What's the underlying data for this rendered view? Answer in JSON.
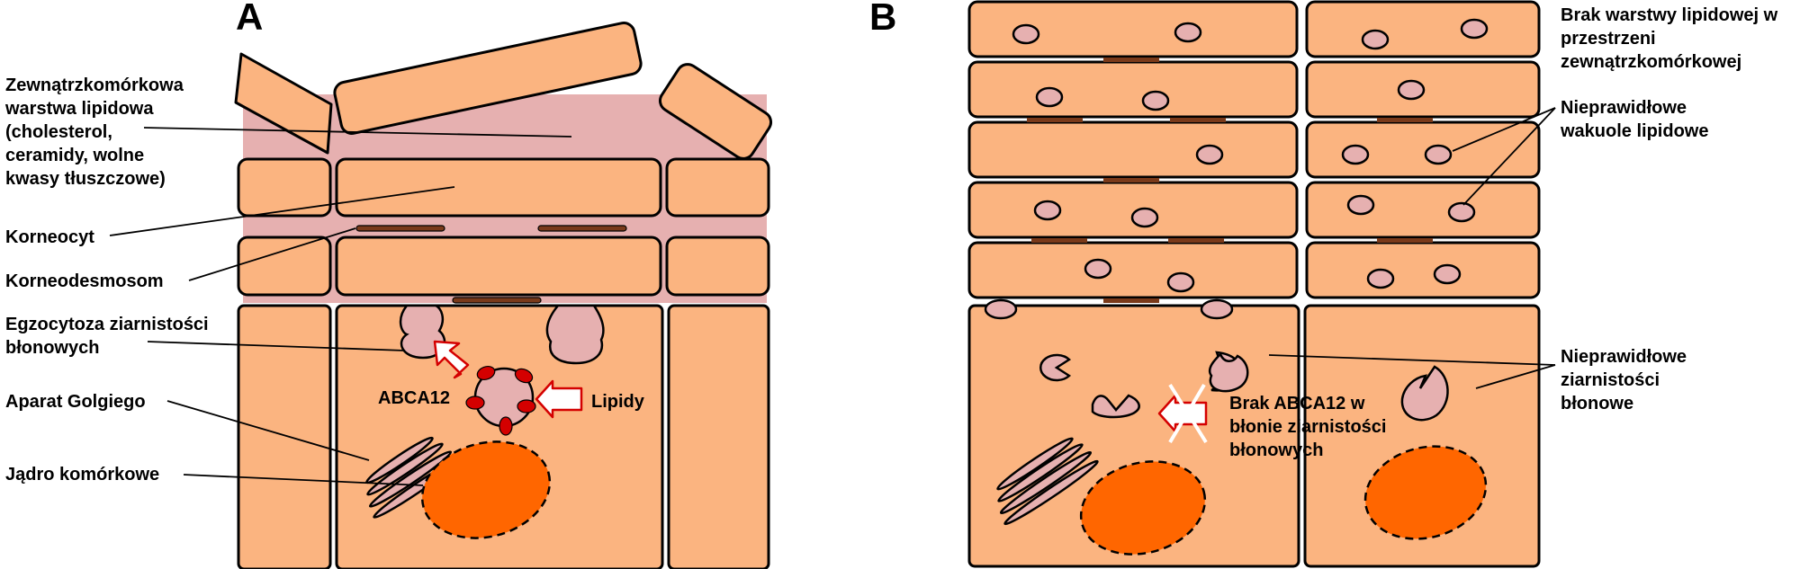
{
  "panels": {
    "a": "A",
    "b": "B"
  },
  "labels_a": {
    "lipid_layer": [
      "Zewnątrzkomórkowa",
      "warstwa lipidowa",
      "(cholesterol,",
      "ceramidy, wolne",
      "kwasy tłuszczowe)"
    ],
    "corneocyte": "Korneocyt",
    "corneodesmosome": "Korneodesmosom",
    "exocytosis": [
      "Egzocytoza ziarnistości",
      "błonowych"
    ],
    "golgi": "Aparat Golgiego",
    "nucleus": "Jądro komórkowe",
    "abca12": "ABCA12",
    "lipids": "Lipidy"
  },
  "labels_b": {
    "no_lipid_layer": [
      "Brak warstwy lipidowej w",
      "przestrzeni",
      "zewnątrzkomórkowej"
    ],
    "abnormal_vacuoles": [
      "Nieprawidłowe",
      "wakuole lipidowe"
    ],
    "abnormal_granules": [
      "Nieprawidłowe",
      "ziarnistości",
      "błonowe"
    ],
    "no_abca12": [
      "Brak ABCA12 w",
      "błonie ziarnistości",
      "błonowych"
    ]
  },
  "colors": {
    "cell": "#fbb480",
    "lipid": "#e6b0b0",
    "desmosome": "#7a3a1a",
    "nucleus": "#ff6600",
    "abca12": "#d40000"
  }
}
